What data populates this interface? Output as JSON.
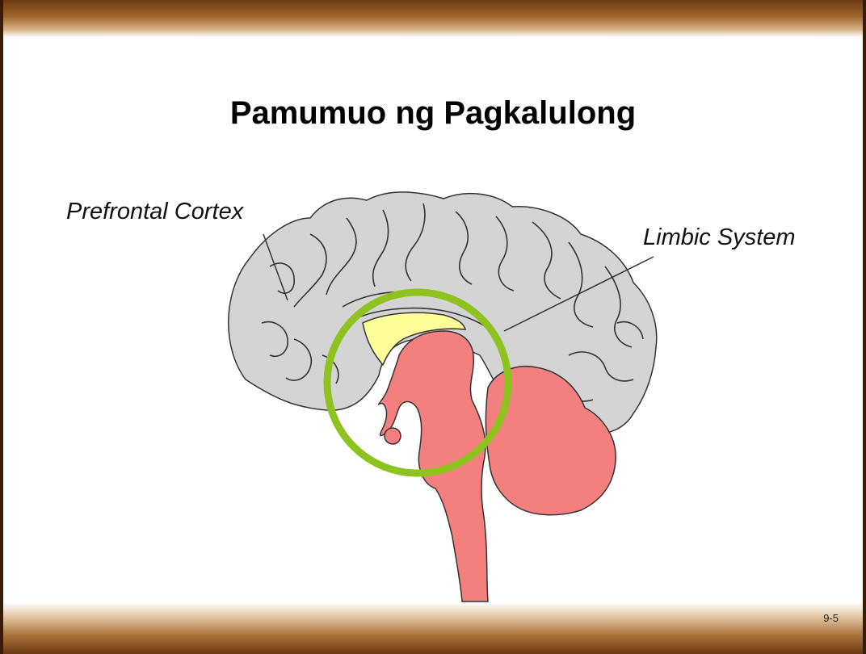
{
  "slide": {
    "title": "Pamumuo ng Pagkalulong",
    "page_number": "9-5"
  },
  "labels": {
    "prefrontal_cortex": "Prefrontal Cortex",
    "limbic_system": "Limbic System"
  },
  "colors": {
    "cerebrum": "#d4d4d4",
    "brainstem_cerebellum": "#f47f7f",
    "corpus_callosum": "#ffff99",
    "limbic_highlight": "#8dc21f",
    "frame_brown": "#6b3a12"
  }
}
